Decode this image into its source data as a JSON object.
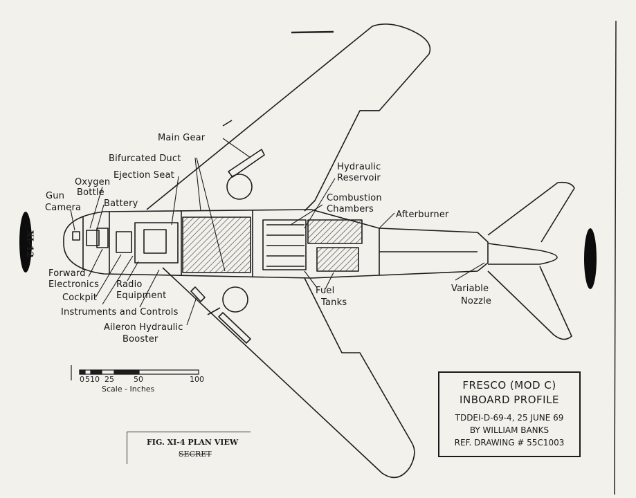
{
  "side_code": "XI-12",
  "labels": {
    "main_gear": "Main Gear",
    "bifurcated_duct": "Bifurcated Duct",
    "ejection_seat": "Ejection Seat",
    "oxygen": "Oxygen",
    "bottle": "Bottle",
    "gun": "Gun",
    "camera": "Camera",
    "battery": "Battery",
    "hydraulic": "Hydraulic",
    "reservoir": "Reservoir",
    "combustion": "Combustion",
    "chambers": "Chambers",
    "afterburner": "Afterburner",
    "forward": "Forward",
    "electronics": "Electronics",
    "cockpit": "Cockpit",
    "radio": "Radio",
    "equipment": "Equipment",
    "instruments_controls": "Instruments and Controls",
    "aileron_hydraulic": "Aileron Hydraulic",
    "booster": "Booster",
    "fuel": "Fuel",
    "tanks": "Tanks",
    "variable": "Variable",
    "nozzle": "Nozzle"
  },
  "scale": {
    "ticks": [
      "0",
      "5",
      "10",
      "25",
      "50",
      "100"
    ],
    "caption": "Scale - Inches"
  },
  "title_block": {
    "line1": "FRESCO (MOD C)",
    "line2": "INBOARD PROFILE",
    "line3": "TDDEI-D-69-4, 25 JUNE 69",
    "line4": "BY WILLIAM BANKS",
    "line5": "REF. DRAWING # 55C1003"
  },
  "figure_caption": {
    "line1": "FIG. XI-4 PLAN VIEW",
    "line2": "SECRET"
  }
}
